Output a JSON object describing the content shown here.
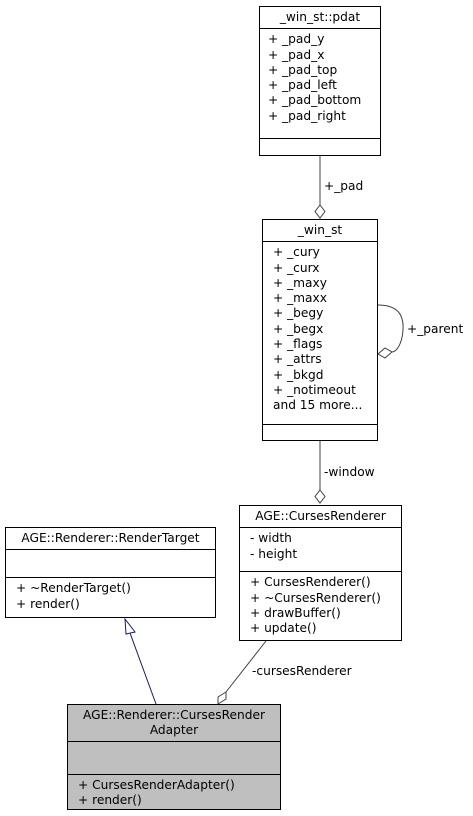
{
  "classes": {
    "pdat": {
      "title": "_win_st::pdat",
      "attributes": [
        "+ _pad_y",
        "+ _pad_x",
        "+ _pad_top",
        "+ _pad_left",
        "+ _pad_bottom",
        "+ _pad_right"
      ],
      "methods": []
    },
    "win_st": {
      "title": "_win_st",
      "attributes": [
        "+ _cury",
        "+ _curx",
        "+ _maxy",
        "+ _maxx",
        "+ _begy",
        "+ _begx",
        "+ _flags",
        "+ _attrs",
        "+ _bkgd",
        "+ _notimeout",
        "and 15 more..."
      ],
      "methods": []
    },
    "curses_renderer": {
      "title": "AGE::CursesRenderer",
      "attributes": [
        "- width",
        "- height"
      ],
      "methods": [
        "+ CursesRenderer()",
        "+ ~CursesRenderer()",
        "+ drawBuffer()",
        "+ update()"
      ]
    },
    "render_target": {
      "title": "AGE::Renderer::RenderTarget",
      "attributes": [],
      "methods": [
        "+ ~RenderTarget()",
        "+ render()"
      ]
    },
    "adapter": {
      "title_line1": "AGE::Renderer::CursesRender",
      "title_line2": "Adapter",
      "attributes": [],
      "methods": [
        "+ CursesRenderAdapter()",
        "+ render()"
      ]
    }
  },
  "edge_labels": {
    "pad": "+_pad",
    "parent": "+_parent",
    "window": "-window",
    "curses_renderer": "-cursesRenderer"
  },
  "colors": {
    "inheritance_edge": "#191970",
    "association_edge": "#404040",
    "highlight_fill": "#bfbfbf"
  }
}
